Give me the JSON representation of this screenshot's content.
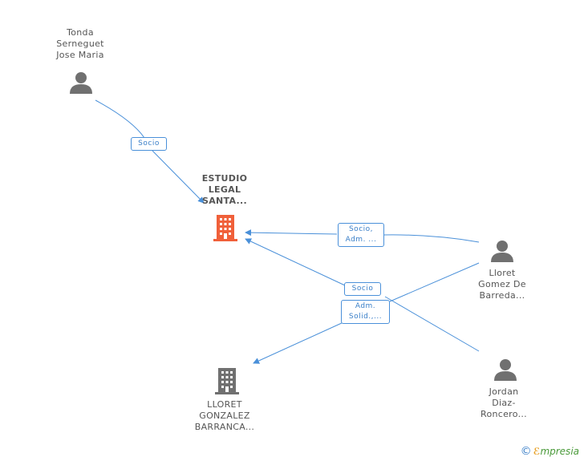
{
  "nodes": {
    "tonda": {
      "lines": [
        "Tonda",
        "Serneguet",
        "Jose Maria"
      ]
    },
    "estudio": {
      "lines": [
        "ESTUDIO",
        "LEGAL",
        "SANTA..."
      ]
    },
    "lloret_gomez": {
      "lines": [
        "Lloret",
        "Gomez De",
        "Barreda..."
      ]
    },
    "jordan": {
      "lines": [
        "Jordan",
        "Diaz-",
        "Roncero..."
      ]
    },
    "lloret_gonzalez": {
      "lines": [
        "LLORET",
        "GONZALEZ",
        "BARRANCA..."
      ]
    }
  },
  "badges": {
    "socio_top": [
      "Socio"
    ],
    "socio_adm": [
      "Socio,",
      "Adm. ..."
    ],
    "socio_mid": [
      "Socio"
    ],
    "adm_solid": [
      "Adm.",
      "Solid.,..."
    ]
  },
  "footer": {
    "copyright": "©",
    "brand_e": "ℰ",
    "brand_rest": "mpresia"
  },
  "colors": {
    "edge": "#4a90d9",
    "company_main": "#f0603a",
    "company_other": "#707070",
    "person": "#707070"
  }
}
